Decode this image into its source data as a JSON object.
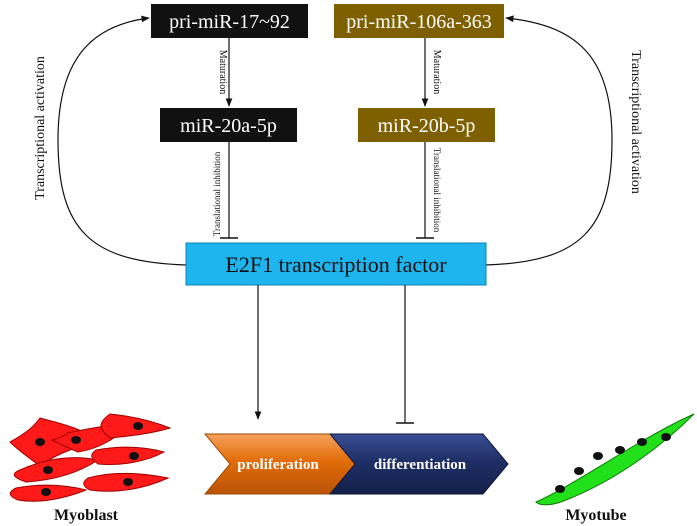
{
  "nodes": {
    "pri_mir_17_92": "pri-miR-17~92",
    "pri_mir_106a_363": "pri-miR-106a-363",
    "mir_20a_5p": "miR-20a-5p",
    "mir_20b_5p": "miR-20b-5p",
    "e2f1": "E2F1 transcription factor"
  },
  "edge_labels": {
    "maturation_left": "Maturation",
    "maturation_right": "Maturation",
    "inhibition_left": "Translational inhibition",
    "inhibition_right": "Translational inhibition",
    "activation_left": "Transcriptional activation",
    "activation_right": "Transcriptional activation"
  },
  "process": {
    "proliferation": "proliferation",
    "differentiation": "differentiation"
  },
  "cells": {
    "myoblast": "Myoblast",
    "myotube": "Myotube"
  },
  "colors": {
    "black_box": "#111111",
    "olive_box": "#7f6000",
    "e2f1_box": "#1eb4ee",
    "proliferation_arrow": "#e36c09",
    "differentiation_arrow": "#1f2f66",
    "myoblast_cell": "#ff1a1a",
    "myotube_cell": "#22e01a"
  }
}
